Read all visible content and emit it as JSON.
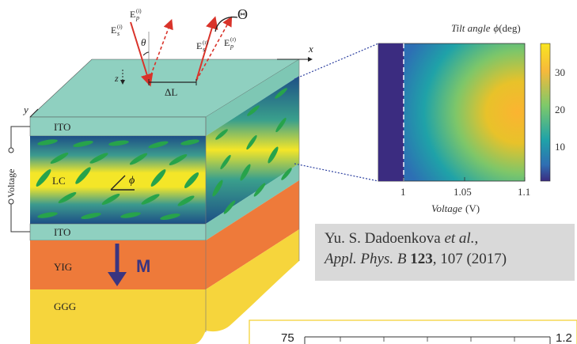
{
  "beam": {
    "incident_s": "E",
    "incident_s_sup": "(i)",
    "incident_s_sub": "s",
    "incident_p": "E",
    "incident_p_sup": "(i)",
    "incident_p_sub": "p",
    "reflected_s": "E",
    "reflected_s_sup": "(r)",
    "reflected_s_sub": "s",
    "reflected_p": "E",
    "reflected_p_sup": "(r)",
    "reflected_p_sub": "p",
    "theta": "θ",
    "big_theta": "Θ",
    "shift": "ΔL",
    "axis_x": "x",
    "axis_y": "y",
    "axis_z": "z"
  },
  "layers": {
    "ito_top": "ITO",
    "lc": "LC",
    "ito_bottom": "ITO",
    "yig": "YIG",
    "ggg": "GGG",
    "voltage": "Voltage",
    "phi": "ϕ",
    "magnetization": "M"
  },
  "inset": {
    "colorbar_title_italic": "Tilt angle",
    "colorbar_title_symbol": "ϕ",
    "colorbar_title_unit": "(deg)",
    "colorbar_ticks": [
      "30",
      "20",
      "10"
    ],
    "x_ticks": [
      "1",
      "1.05",
      "1.1"
    ],
    "xlabel_italic": "Voltage",
    "xlabel_unit": "(V)"
  },
  "citation": {
    "authors": "Yu. S. Dadoenkova",
    "etal": "et al.",
    "comma": ",",
    "journal": "Appl. Phys. B",
    "volume": "123",
    "rest": ", 107 (2017)"
  },
  "bottom_chart": {
    "left_tick": "75",
    "right_tick": "1.2"
  },
  "colors": {
    "ito": "#8fd0c0",
    "lc_yellow": "#f5e52a",
    "lc_blue": "#1d4f86",
    "yig": "#ee7a3a",
    "ggg": "#f6d53c",
    "beam": "#d9332a",
    "magnet": "#3a3580",
    "inset_dark": "#3b2c80"
  }
}
